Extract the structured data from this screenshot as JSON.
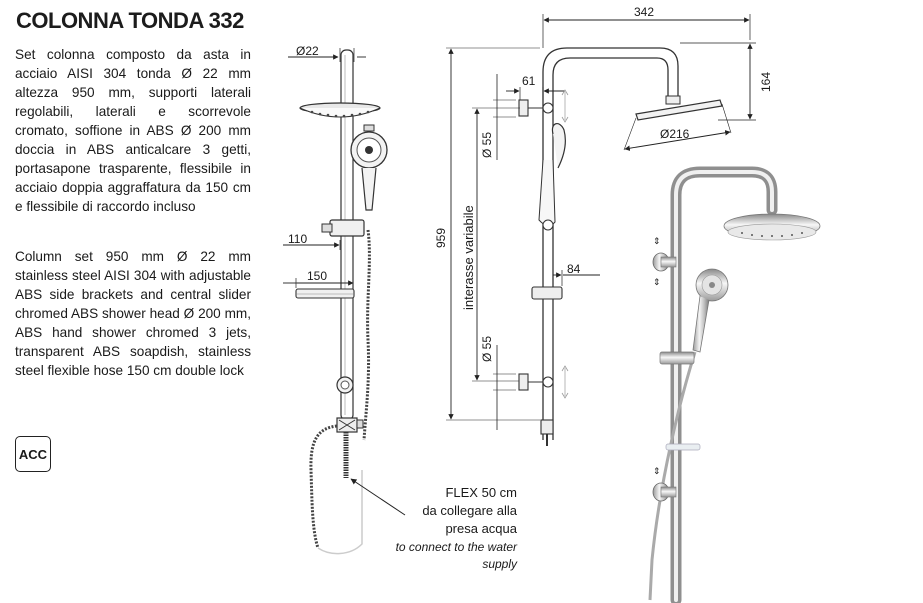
{
  "product": {
    "title": "COLONNA TONDA 332",
    "description_it": "Set colonna composto da asta in acciaio AISI 304 tonda Ø 22 mm altezza 950 mm, supporti laterali regolabili, laterali e scorrevole cromato, soffione in ABS Ø 200 mm doccia in ABS anticalcare 3 getti, portasapone trasparente, flessibile in acciaio doppia aggraffatura da 150 cm e flessibile di raccordo incluso",
    "description_en": "Column set 950 mm Ø 22 mm stainless steel AISI 304 with adjustable ABS side brackets and central slider chromed ABS shower head Ø 200 mm, ABS hand shower chromed 3 jets, transparent ABS soapdish, stainless steel flexible hose 150 cm double lock",
    "badge": "ACC"
  },
  "front_view": {
    "dim_rod": "Ø22",
    "dim_bracket": "110",
    "dim_soapdish": "150"
  },
  "side_view": {
    "dim_reach": "342",
    "dim_arm_height": "164",
    "dim_head": "Ø216",
    "dim_offset": "61",
    "dim_bracket_top": "Ø 55",
    "dim_bracket_bottom": "Ø 55",
    "dim_total_height": "959",
    "label_spacing": "interasse variabile",
    "dim_slider": "84"
  },
  "note": {
    "line1": "FLEX 50 cm",
    "line2": "da collegare alla",
    "line3": "presa acqua",
    "line4_en": "to connect to the water",
    "line5_en": "supply"
  }
}
